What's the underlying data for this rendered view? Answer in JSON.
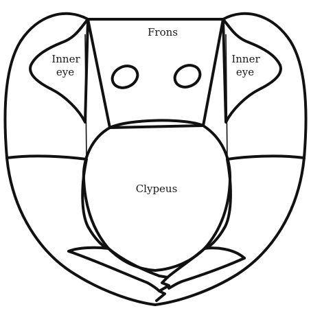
{
  "diagram": {
    "labels": {
      "frons": "Frons",
      "inner_eye_left_line1": "Inner",
      "inner_eye_left_line2": "eye",
      "inner_eye_right_line1": "Inner",
      "inner_eye_right_line2": "eye",
      "clypeus": "Clypeus"
    },
    "colors": {
      "stroke": "#111111",
      "text": "#1a1a1a",
      "background": "#ffffff"
    }
  }
}
